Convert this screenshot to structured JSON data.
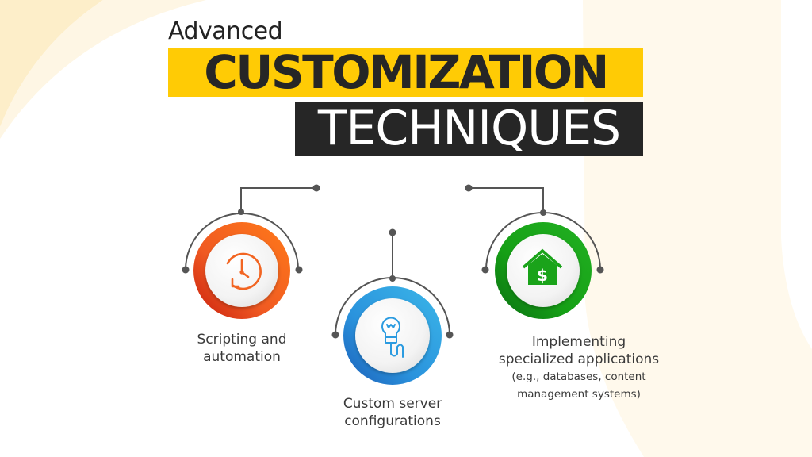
{
  "header": {
    "line1": "Advanced",
    "line2": "CUSTOMIZATION",
    "line3": "TECHNIQUES"
  },
  "colors": {
    "highlight_yellow": "#ffcb05",
    "title_dark": "#262626",
    "orange": "#f26522",
    "blue": "#2b9be0",
    "green": "#1aa31a",
    "connector": "#555555",
    "cream_bg": "#fff9ec"
  },
  "items": [
    {
      "icon": "clock-history-icon",
      "label_lines": [
        "Scripting and",
        "automation"
      ],
      "color": "orange"
    },
    {
      "icon": "lightbulb-icon",
      "label_lines": [
        "Custom server",
        "configurations"
      ],
      "color": "blue"
    },
    {
      "icon": "house-dollar-icon",
      "label_lines": [
        "Implementing",
        "specialized applications"
      ],
      "sub_lines": [
        "(e.g., databases, content",
        "management systems)"
      ],
      "color": "green"
    }
  ]
}
